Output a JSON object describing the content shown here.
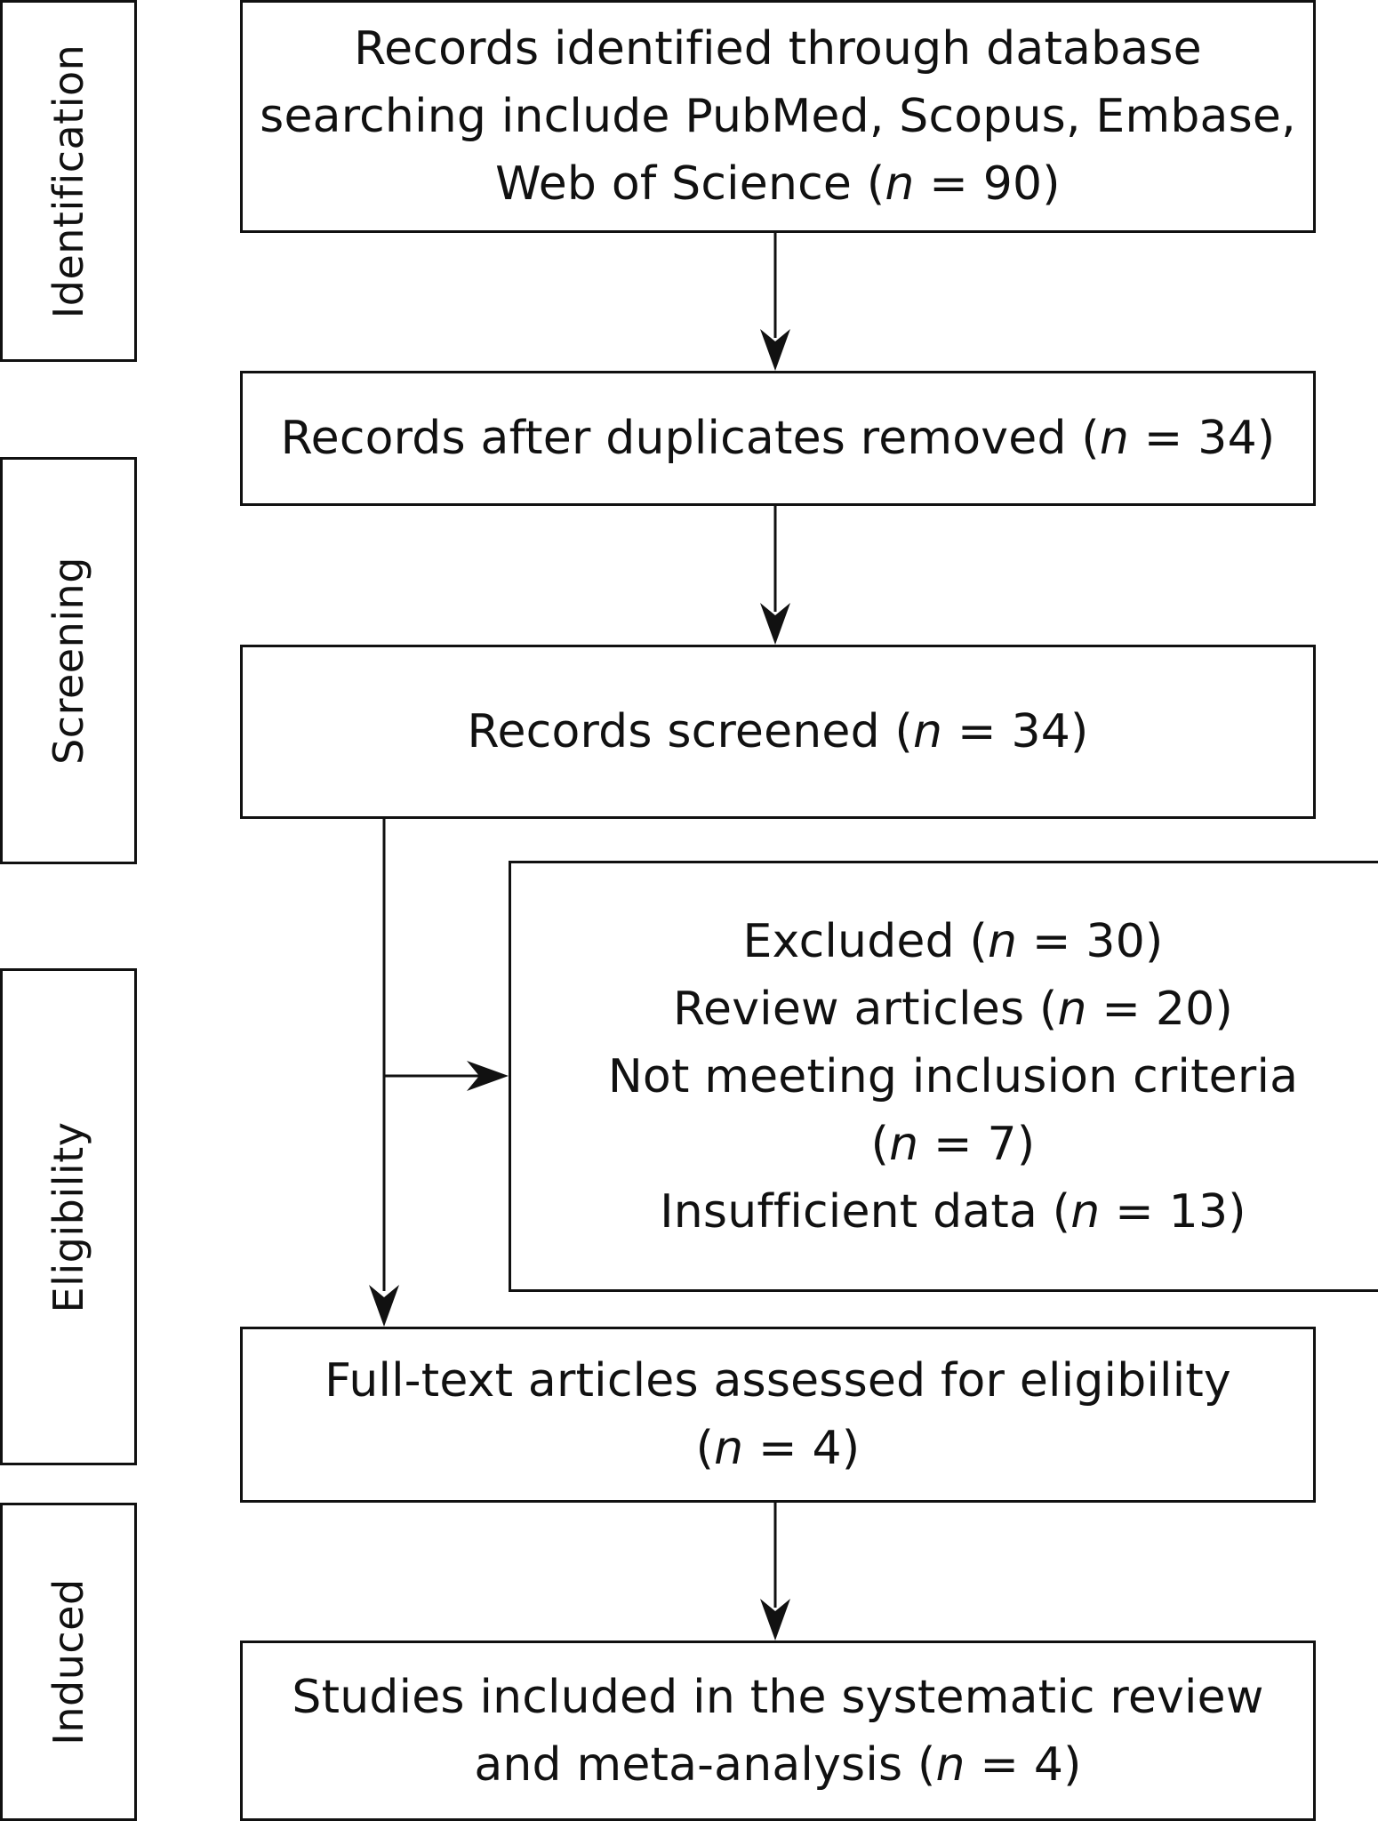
{
  "stages": {
    "identification": "Identification",
    "screening": "Screening",
    "eligibility": "Eligibility",
    "included": "Induced"
  },
  "boxes": {
    "identified": {
      "lines": [
        "Records identified through database",
        "searching include PubMed, Scopus, Embase,",
        "Web of Science (",
        "n",
        " = 90)"
      ]
    },
    "duplicates_removed": {
      "pre": "Records after duplicates removed (",
      "n": "n",
      "post": " = 34)"
    },
    "screened": {
      "pre": "Records screened (",
      "n": "n",
      "post": " = 34)"
    },
    "excluded": {
      "l1_pre": "Excluded (",
      "l1_post": " = 30)",
      "l2_pre": "Review articles (",
      "l2_post": " = 20)",
      "l3": "Not meeting inclusion criteria",
      "l4_pre": "(",
      "l4_post": " = 7)",
      "l5_pre": "Insufficient data (",
      "l5_post": " = 13)",
      "n": "n"
    },
    "fulltext": {
      "l1": "Full-text articles assessed for eligibility",
      "l2_pre": "(",
      "n": "n",
      "l2_post": " = 4)"
    },
    "included": {
      "l1": "Studies included in the systematic review",
      "l2_pre": "and meta-analysis (",
      "n": "n",
      "l2_post": " = 4)"
    }
  }
}
